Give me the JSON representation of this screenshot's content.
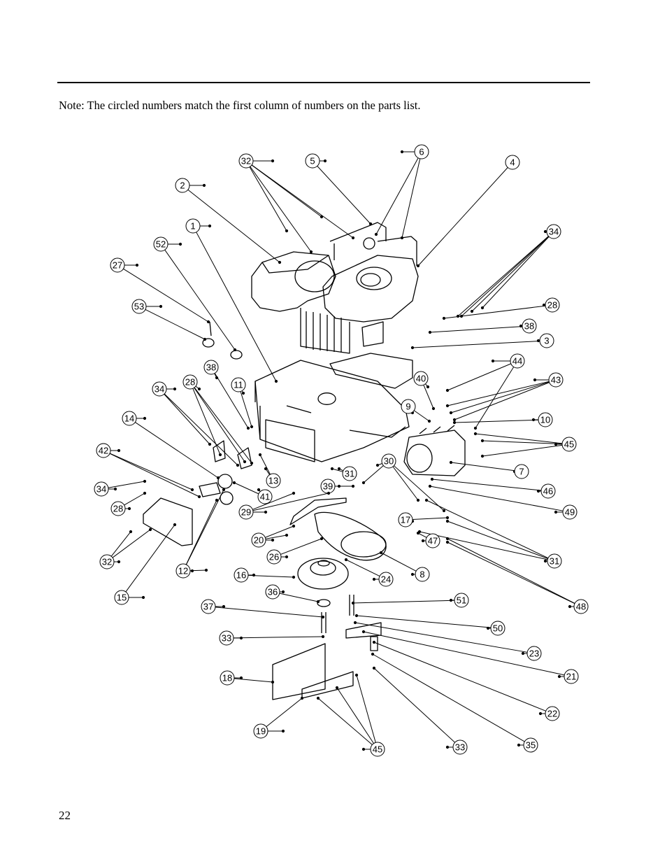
{
  "note": "Note: The circled numbers match the first column of numbers on the parts list.",
  "page_number": "22",
  "callout_labels": [
    "32",
    "5",
    "6",
    "4",
    "2",
    "1",
    "52",
    "27",
    "53",
    "34",
    "28",
    "38",
    "3",
    "44",
    "43",
    "40",
    "9",
    "10",
    "45",
    "7",
    "46",
    "49",
    "31",
    "48",
    "47",
    "17",
    "30",
    "31",
    "39",
    "29",
    "13",
    "41",
    "11",
    "28",
    "38",
    "34",
    "14",
    "42",
    "34",
    "28",
    "32",
    "12",
    "15",
    "20",
    "26",
    "16",
    "24",
    "8",
    "36",
    "51",
    "50",
    "37",
    "33",
    "23",
    "21",
    "22",
    "18",
    "19",
    "45",
    "33",
    "35"
  ]
}
